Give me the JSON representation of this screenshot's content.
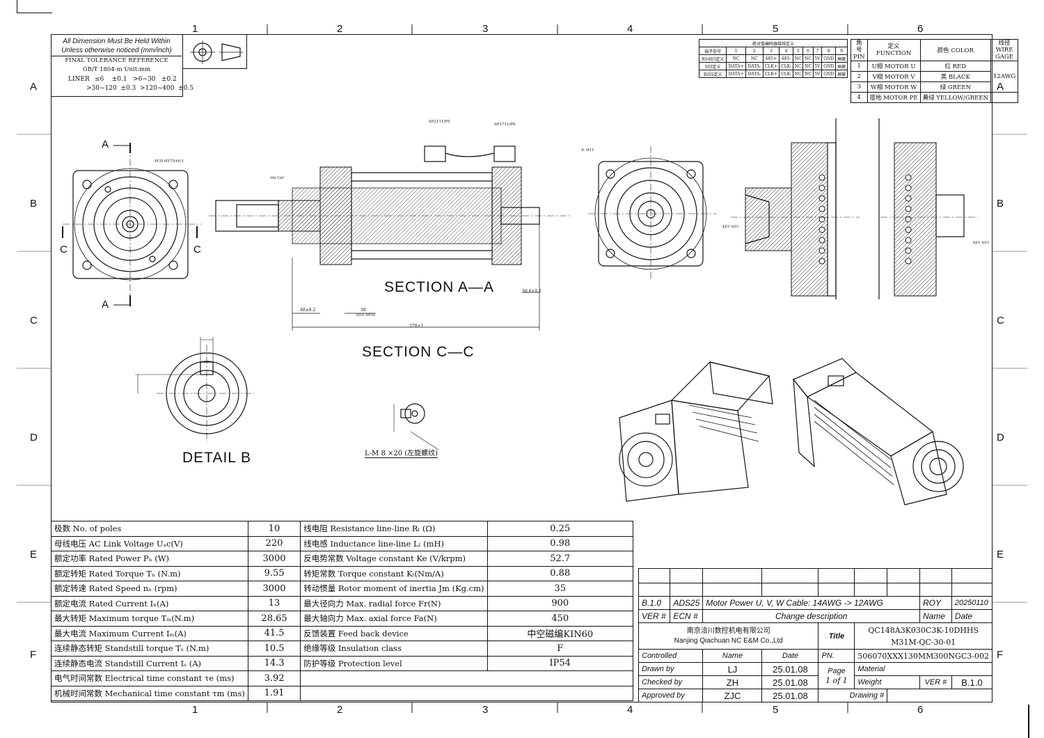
{
  "zones": {
    "numbers": [
      "1",
      "2",
      "3",
      "4",
      "5",
      "6"
    ],
    "letters": [
      "A",
      "B",
      "C",
      "D",
      "E",
      "F"
    ]
  },
  "tolerance": {
    "header_line1": "All Dimension Must Be Held Within",
    "header_line2": "Unless otherwise noticed (mm/inch)",
    "title": "FINAL TOLERANCE REFERENCE",
    "standard": "GB/T 1804-m Unit:mm",
    "liner_label": "LINER",
    "row1": "≤6    ±0.1   >6~30   ±0.2",
    "row2": ">30~120  ±0.3  >120~400  ±0.5"
  },
  "encoder_table": {
    "title": "绝对值编码器接线定义",
    "header": [
      "端子信号",
      "1",
      "2",
      "3",
      "4",
      "5",
      "6",
      "7",
      "8",
      "9"
    ],
    "rows": [
      [
        "RS485定义",
        "NC",
        "NC",
        "485+",
        "485-",
        "NC",
        "NC",
        "5V",
        "GND",
        "屏蔽"
      ],
      [
        "SSI定义",
        "DATA+",
        "DATA-",
        "CLK+",
        "CLK-",
        "NC",
        "NC",
        "5V",
        "GND",
        "屏蔽"
      ],
      [
        "BiSS定义",
        "DATA+",
        "DATA-",
        "CLK+",
        "CLK-",
        "NC",
        "NC",
        "5V",
        "GND",
        "屏蔽"
      ]
    ]
  },
  "pin_table": {
    "head_pin": "角号 PIN",
    "head_function": "定义 FUNCTION",
    "head_color": "颜色 COLOR",
    "head_gage": "线径 WIRE GAGE",
    "rows": [
      {
        "pin": "1",
        "function": "U相 MOTOR U",
        "color": "红 RED"
      },
      {
        "pin": "2",
        "function": "V相 MOTOR V",
        "color": "黑 BLACK"
      },
      {
        "pin": "3",
        "function": "W相 MOTOR W",
        "color": "绿 GREEN"
      },
      {
        "pin": "4",
        "function": "接地 MOTOR PE",
        "color": "黄绿 YELLOW/GREEN"
      }
    ],
    "gage": "12AWG"
  },
  "views": {
    "section_aa": "SECTION  A—A",
    "section_cc": "SECTION  C—C",
    "detail_b": "DETAIL  B",
    "marker_a": "A",
    "marker_c": "C",
    "thread_note": "L-M 8 ×20 (左旋螺纹)",
    "connector_1": "SP2111/P5",
    "connector_2": "SP1711/P9",
    "dim_overall": "370±1",
    "dim_48": "48±0.2",
    "dim_30": "30",
    "dim_m10": "M10 DP30",
    "dim_30_4": "30.4±0.1",
    "dim_pcd": "PCD Ø175±0.1",
    "dim_holes": "4- Ø11",
    "dim_key": "KEY NET",
    "dim_m8": "M8 TAP"
  },
  "specs": [
    {
      "label": "极数 No. of poles",
      "value": "10",
      "label2": "线电阻 Resistance line-line  Rₗ (Ω)",
      "value2": "0.25"
    },
    {
      "label": "母线电压 AC Link Voltage Uₐc(V)",
      "value": "220",
      "label2": "线电感 Inductance line-line  Lₗ (mH)",
      "value2": "0.98"
    },
    {
      "label": "额定功率 Rated Power    Pₙ  (W)",
      "value": "3000",
      "label2": "反电势常数 Voltage constant Ke (V/krpm)",
      "value2": "52.7"
    },
    {
      "label": "额定转矩 Rated Torque  Tₙ  (N.m)",
      "value": "9.55",
      "label2": "转矩常数   Torque  constant Kₜ(Nm/A)",
      "value2": "0.88"
    },
    {
      "label": "额定转速 Rated Speed   nₙ (rpm)",
      "value": "3000",
      "label2": "转动惯量 Rotor moment of inertia Jm (Kg.cm)",
      "value2": "35"
    },
    {
      "label": "额定电流 Rated Current   Iₙ(A)",
      "value": "13",
      "label2": "最大径向力 Max. radial force  Fr(N)",
      "value2": "900"
    },
    {
      "label": "最大转矩 Maximum torque  Tₘ(N.m)",
      "value": "28.65",
      "label2": "最大轴向力 Max. axial  force  Fa(N)",
      "value2": "450"
    },
    {
      "label": "最大电流 Maximum Current   Iₘ(A)",
      "value": "41.5",
      "label2": "反馈装置 Feed back device",
      "value2": "中空磁编KIN60"
    },
    {
      "label": "连续静态转矩 Standstill torque  Tₛ (N.m)",
      "value": "10.5",
      "label2": "绝缘等级 Insulation class",
      "value2": "F"
    },
    {
      "label": "连续静态电流 Standstill Current   Iₛ (A)",
      "value": "14.3",
      "label2": "防护等级 Protection level",
      "value2": "IP54"
    },
    {
      "label": "电气时间常数 Electrical time constant τe (ms)",
      "value": "3.92",
      "label2": "",
      "value2": ""
    },
    {
      "label": "机械时间常数 Mechanical time constant τm (ms)",
      "value": "1.91",
      "label2": "",
      "value2": ""
    }
  ],
  "title_block": {
    "rev_ver": "B.1.0",
    "rev_ecn": "ADS25",
    "rev_desc": "Motor Power U, V, W Cable: 14AWG -> 12AWG",
    "rev_name": "ROY",
    "rev_date": "20250110",
    "h_ver": "VER #",
    "h_ecn": "ECN #",
    "h_desc": "Change description",
    "h_name": "Name",
    "h_date": "Date",
    "company_cn": "南京洽川数控机电有限公司",
    "company_en": "Nanjing Qiachuan NC E&M Co.,Ltd",
    "title_label": "Title",
    "title_1": "QC148A3K030C3K-10DHHS",
    "title_2": "M31M-QC-30-01",
    "controlled": "Controlled",
    "name_h": "Name",
    "date_h": "Date",
    "pn_label": "PN.",
    "pn": "506070XXX130MM300NGC3-002",
    "drawn_by": "Drawn by",
    "drawn_name": "LJ",
    "drawn_date": "25.01.08",
    "checked_by": "Checked by",
    "checked_name": "ZH",
    "checked_date": "25.01.08",
    "approved_by": "Approved by",
    "approved_name": "ZJC",
    "approved_date": "25.01.08",
    "page_label": "Page",
    "page_value": "1 of 1",
    "material": "Material",
    "weight": "Weight",
    "ver_label": "VER #",
    "ver_value": "B.1.0",
    "drawing_no": "Drawing #"
  }
}
